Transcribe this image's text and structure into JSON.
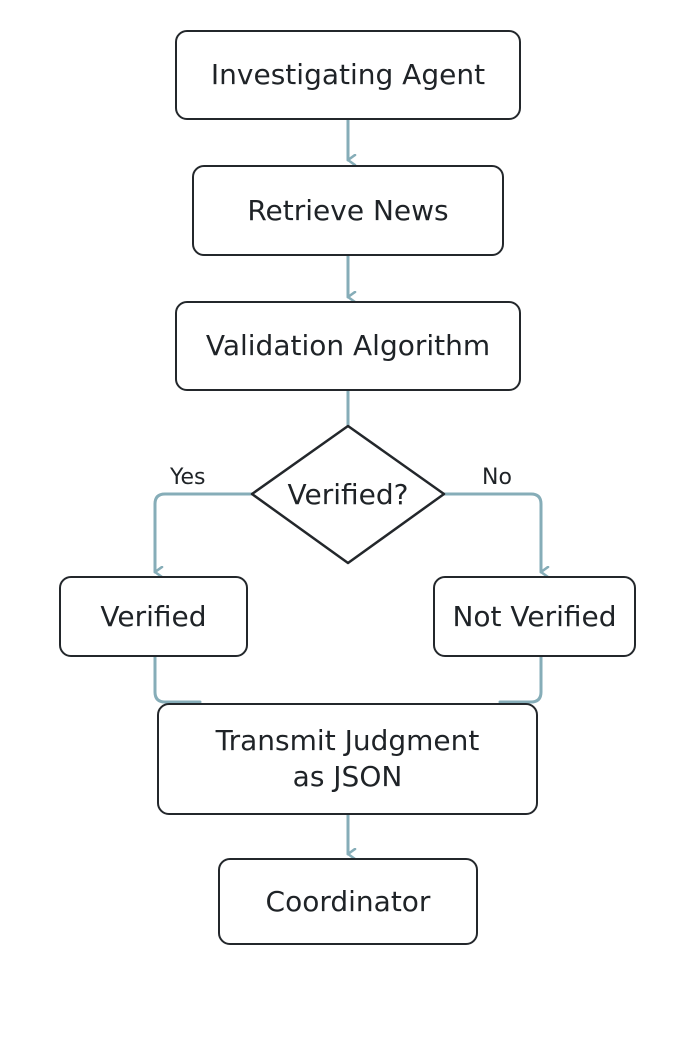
{
  "nodes": {
    "investigating_agent": "Investigating Agent",
    "retrieve_news": "Retrieve News",
    "validation_algorithm": "Validation Algorithm",
    "decision": "Verified?",
    "verified": "Verified",
    "not_verified": "Not Verified",
    "transmit_judgment": "Transmit Judgment\nas JSON",
    "coordinator": "Coordinator"
  },
  "edges": {
    "yes_label": "Yes",
    "no_label": "No"
  },
  "colors": {
    "connector": "#86adb8",
    "border": "#23272b",
    "text": "#1f2327"
  }
}
